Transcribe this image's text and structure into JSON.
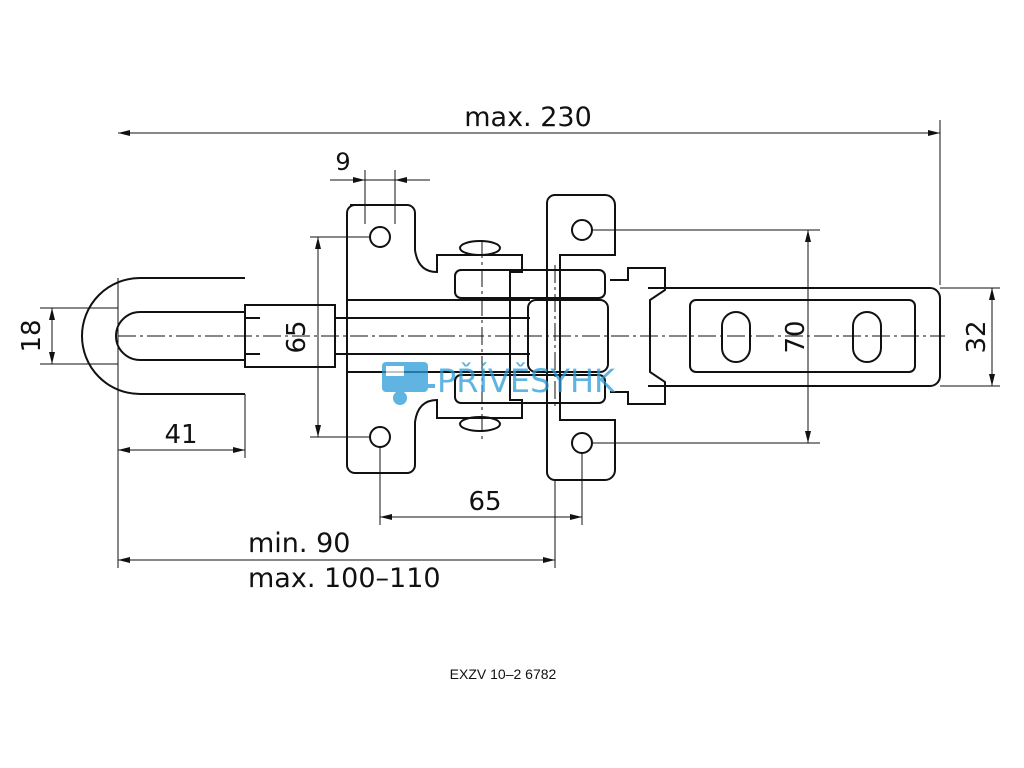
{
  "dimensions": {
    "max_230": "max. 230",
    "nine": "9",
    "eighteen": "18",
    "sixty_five_left": "65",
    "seventy": "70",
    "thirty_two": "32",
    "forty_one": "41",
    "sixty_five_bottom": "65",
    "min_90": "min. 90",
    "max_100_110": "max. 100–110"
  },
  "drawing_code": "EXZV 10–2 6782",
  "watermark": {
    "text": "PŘÍVĚSYHK",
    "color": "#2a9bd8"
  },
  "colors": {
    "line": "#111111",
    "background": "#ffffff"
  }
}
